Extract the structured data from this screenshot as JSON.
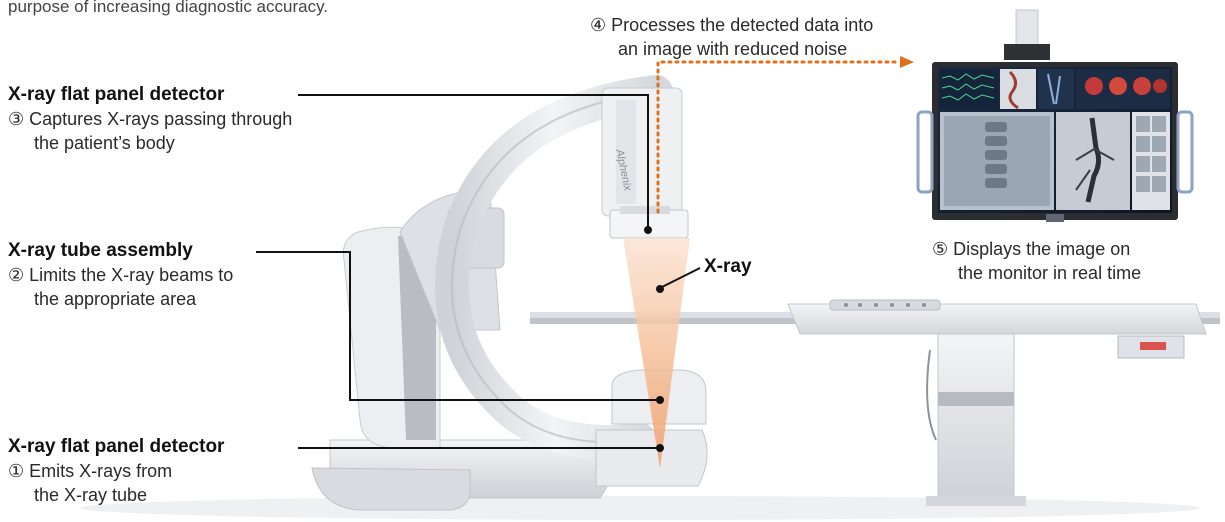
{
  "top_caption": "purpose of increasing diagnostic accuracy.",
  "labels": {
    "detector_top": {
      "title": "X-ray flat panel detector",
      "lines": [
        "③ Captures X-rays passing through",
        "the patient’s body"
      ]
    },
    "tube": {
      "title": "X-ray tube assembly",
      "lines": [
        "② Limits the X-ray beams to",
        "the appropriate area"
      ]
    },
    "detector_bottom": {
      "title": "X-ray flat panel detector",
      "lines": [
        "① Emits X-rays from",
        "the X-ray tube"
      ]
    },
    "processing": {
      "lines": [
        "④ Processes the detected data into",
        "an image with reduced noise"
      ]
    },
    "display": {
      "lines": [
        "⑤ Displays the image on",
        "the monitor in real time"
      ]
    },
    "xray": "X-ray",
    "arm_brand": "Alphenix"
  },
  "colors": {
    "leader": "#111111",
    "dotted_arrow": "#e0701a",
    "beam": "#f2b48a",
    "equipment": "#e9ebee",
    "equipment_shadow": "#c9ccd1",
    "monitor_frame": "#2b2d31"
  }
}
